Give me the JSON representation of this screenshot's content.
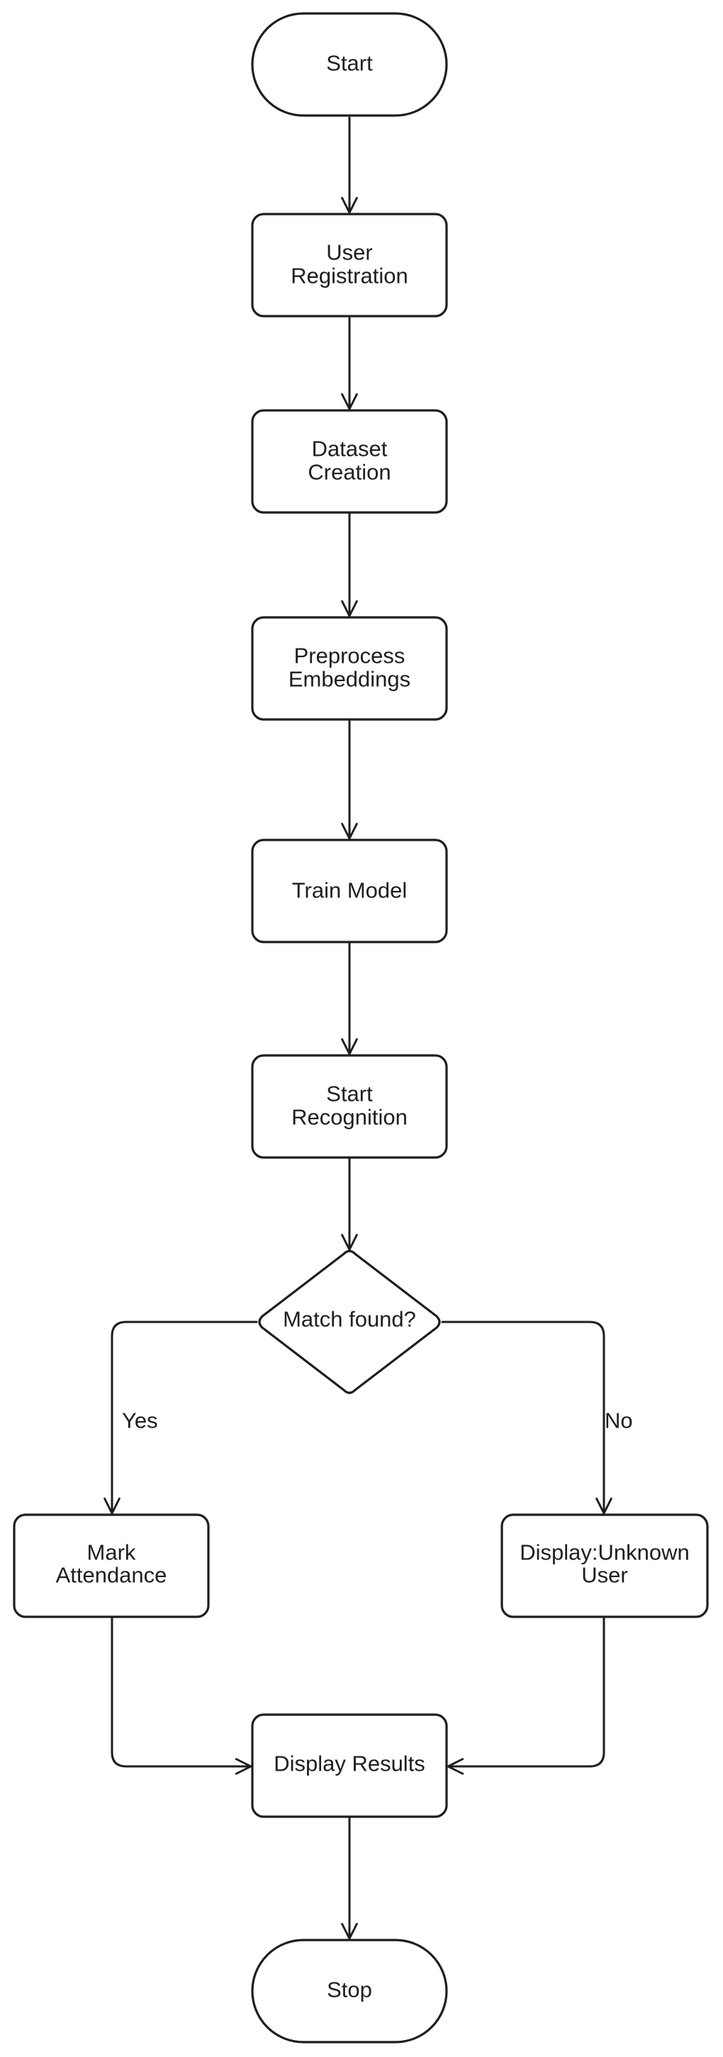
{
  "diagram": {
    "nodes": {
      "start": {
        "shape": "terminator",
        "lines": [
          "Start"
        ]
      },
      "user_registration": {
        "shape": "process",
        "lines": [
          "User",
          "Registration"
        ]
      },
      "dataset_creation": {
        "shape": "process",
        "lines": [
          "Dataset",
          "Creation"
        ]
      },
      "preprocess_embeddings": {
        "shape": "process",
        "lines": [
          "Preprocess",
          "Embeddings"
        ]
      },
      "train_model": {
        "shape": "process",
        "lines": [
          "Train Model"
        ]
      },
      "start_recognition": {
        "shape": "process",
        "lines": [
          "Start",
          "Recognition"
        ]
      },
      "match_found": {
        "shape": "decision",
        "lines": [
          "Match found?"
        ]
      },
      "mark_attendance": {
        "shape": "process",
        "lines": [
          "Mark",
          "Attendance"
        ]
      },
      "display_unknown_user": {
        "shape": "process",
        "lines": [
          "Display:Unknown",
          "User"
        ]
      },
      "display_results": {
        "shape": "process",
        "lines": [
          "Display Results"
        ]
      },
      "stop": {
        "shape": "terminator",
        "lines": [
          "Stop"
        ]
      }
    },
    "edges": [
      {
        "from": "start",
        "to": "user_registration",
        "label": ""
      },
      {
        "from": "user_registration",
        "to": "dataset_creation",
        "label": ""
      },
      {
        "from": "dataset_creation",
        "to": "preprocess_embeddings",
        "label": ""
      },
      {
        "from": "preprocess_embeddings",
        "to": "train_model",
        "label": ""
      },
      {
        "from": "train_model",
        "to": "start_recognition",
        "label": ""
      },
      {
        "from": "start_recognition",
        "to": "match_found",
        "label": ""
      },
      {
        "from": "match_found",
        "to": "mark_attendance",
        "label": "Yes"
      },
      {
        "from": "match_found",
        "to": "display_unknown_user",
        "label": "No"
      },
      {
        "from": "mark_attendance",
        "to": "display_results",
        "label": ""
      },
      {
        "from": "display_unknown_user",
        "to": "display_results",
        "label": ""
      },
      {
        "from": "display_results",
        "to": "stop",
        "label": ""
      }
    ],
    "colors": {
      "stroke": "#1e1e1e",
      "fill": "#ffffff",
      "text": "#1e1e1e",
      "background": "#ffffff"
    }
  }
}
